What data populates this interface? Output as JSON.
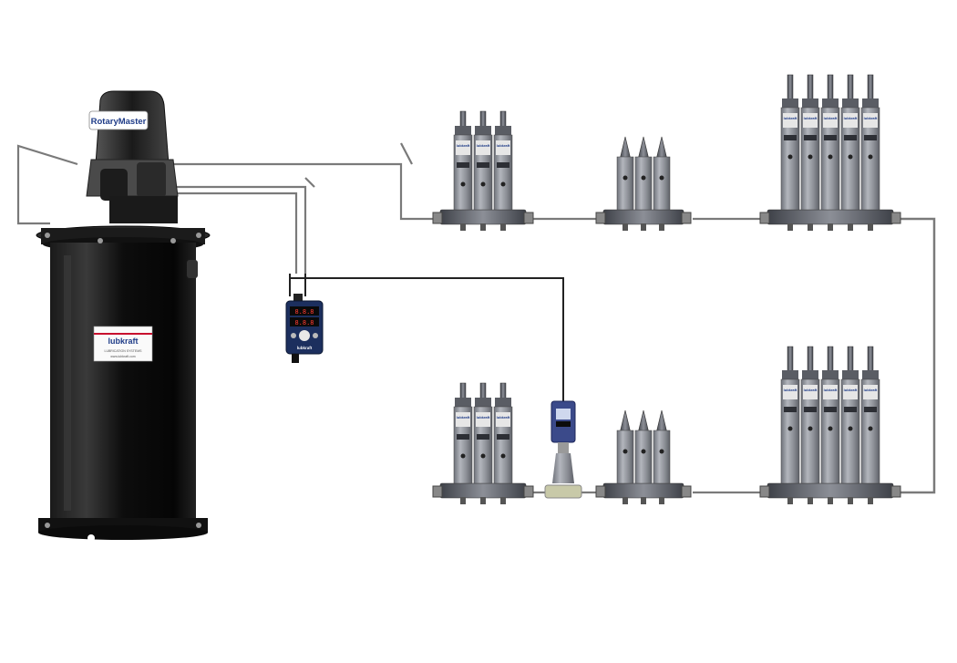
{
  "pump": {
    "brand_badge": "RotaryMaster",
    "tank_label_brand": "lubkraft",
    "tank_label_sub": "LUBRICATION SYSTEMS",
    "tank_label_sub2": "www.lubkraft.com"
  },
  "controller": {
    "display_top": "8.8.8",
    "display_bottom": "8.8.8",
    "brand": "lubkraft"
  },
  "valve_label": "lubkraft",
  "colors": {
    "pipe": "#6b6b6b",
    "tank": "#0c0c0c",
    "valve_body": "#8a8d94",
    "valve_dark": "#4d5058",
    "accent_red": "#c8102e",
    "accent_blue": "#1f3c88",
    "controller_body": "#1c2f5e"
  },
  "icons": [
    "pump-icon",
    "controller-icon",
    "flow-sensor-icon",
    "divider-valve-icon"
  ]
}
